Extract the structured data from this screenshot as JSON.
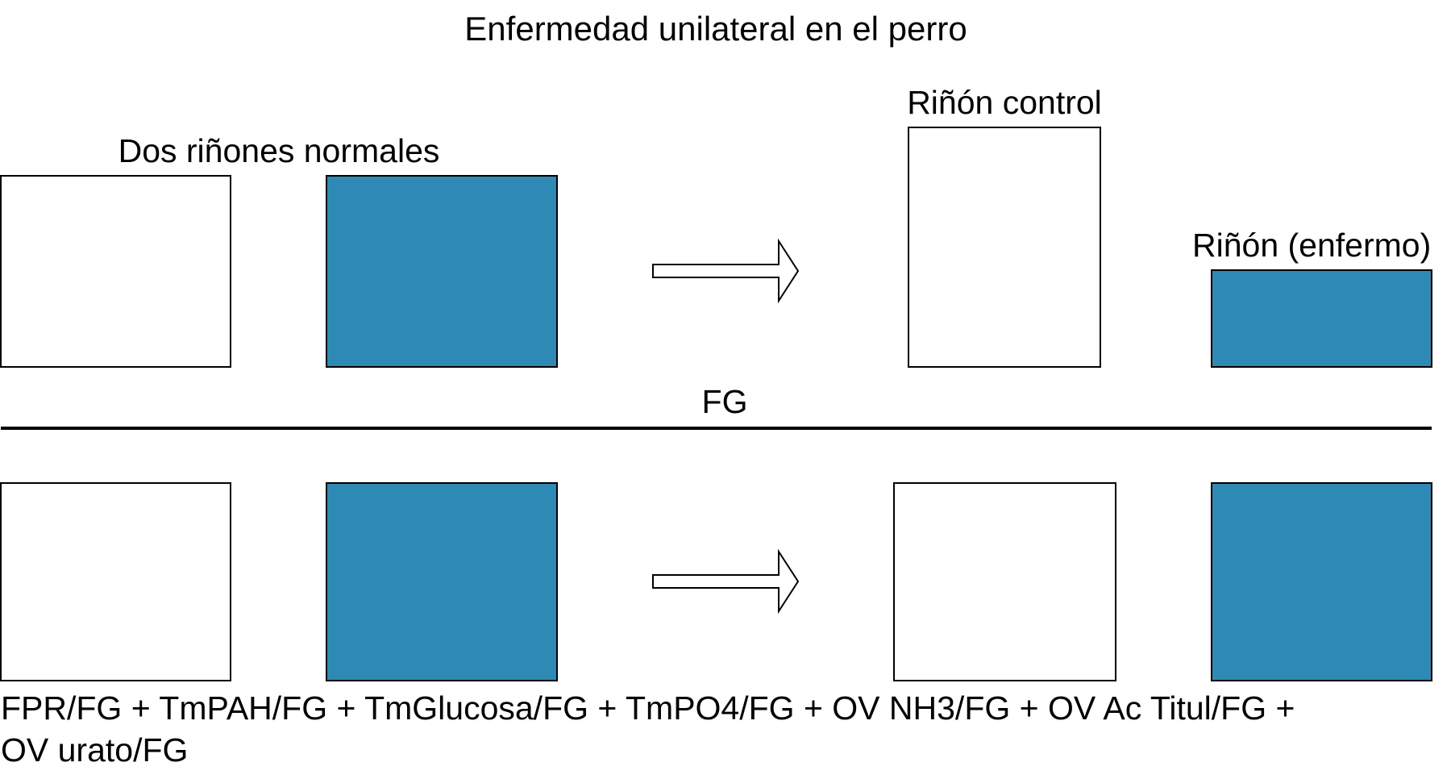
{
  "title": "Enfermedad unilateral en el perro",
  "top_left_label": "Dos riñones normales",
  "top_right_control_label": "Riñón control",
  "top_right_diseased_label": "Riñón (enfermo)",
  "divider_label": "FG",
  "footer": {
    "line1": "FPR/FG + TmPAH/FG + TmGlucosa/FG + TmPO4/FG + OV NH3/FG + OV Ac Titul/FG +",
    "line2": "OV urato/FG"
  },
  "colors": {
    "diseased_fill": "#2e89b5",
    "normal_fill": "#ffffff",
    "stroke": "#000000"
  }
}
